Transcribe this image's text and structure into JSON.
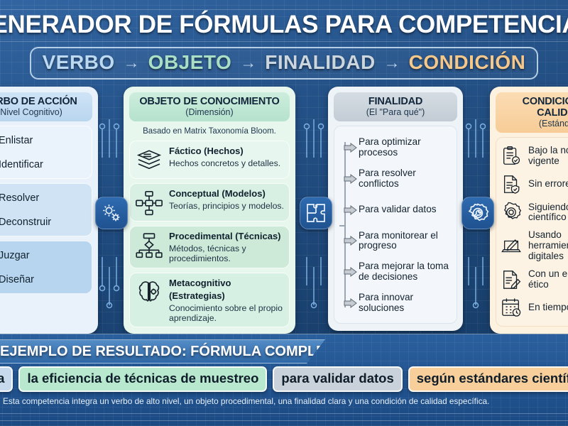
{
  "title": "GENERADOR DE FÓRMULAS PARA COMPETENCIAS",
  "formula_header": {
    "words": [
      "VERBO",
      "OBJETO",
      "FINALIDAD",
      "CONDICIÓN"
    ],
    "arrow": "→"
  },
  "columns": {
    "verbo": {
      "heading": "VERBO DE ACCIÓN",
      "subheading": "(Nivel Cognitivo)",
      "groups": [
        {
          "items": [
            {
              "icon": "list-icon",
              "label": "Enlistar"
            },
            {
              "icon": "magnifier-icon",
              "label": "Identificar"
            }
          ]
        },
        {
          "items": [
            {
              "icon": "puzzle-icon",
              "label": "Resolver"
            },
            {
              "icon": "cube-icon",
              "label": "Deconstruir"
            }
          ]
        },
        {
          "items": [
            {
              "icon": "gavel-icon",
              "label": "Juzgar"
            },
            {
              "icon": "drafting-icon",
              "label": "Diseñar"
            }
          ]
        }
      ]
    },
    "objeto": {
      "heading": "OBJETO DE CONOCIMIENTO",
      "subheading": "(Dimensión)",
      "note": "Basado en Matrix Taxonomía Bloom.",
      "cards": [
        {
          "icon": "stack-icon",
          "title": "Fáctico (Hechos)",
          "desc": "Hechos concretos y detalles."
        },
        {
          "icon": "network-icon",
          "title": "Conceptual (Modelos)",
          "desc": "Teorías, principios y modelos."
        },
        {
          "icon": "flowchart-icon",
          "title": "Procedimental (Técnicas)",
          "desc": "Métodos, técnicas y procedimientos."
        },
        {
          "icon": "brain-icon",
          "title": "Metacognitivo (Estrategias)",
          "desc": "Conocimiento sobre el propio aprendizaje."
        }
      ]
    },
    "finalidad": {
      "heading": "FINALIDAD",
      "subheading": "(El \"Para qué\")",
      "items": [
        "Para optimizar procesos",
        "Para resolver conflictos",
        "Para validar datos",
        "Para monitorear el progreso",
        "Para mejorar la toma de decisiones",
        "Para innovar soluciones"
      ]
    },
    "condicion": {
      "heading": "CONDICIÓN DE CALIDAD",
      "subheading": "(Estándar)",
      "items": [
        {
          "icon": "clipboard-check-icon",
          "label": "Bajo la normativa vigente"
        },
        {
          "icon": "document-shield-icon",
          "label": "Sin errores"
        },
        {
          "icon": "gear-check-icon",
          "label": "Siguiendo el método científico"
        },
        {
          "icon": "laptop-pen-icon",
          "label": "Usando herramientas digitales"
        },
        {
          "icon": "document-pen-icon",
          "label": "Con un enfoque ético"
        },
        {
          "icon": "calendar-clock-icon",
          "label": "En tiempo real"
        }
      ]
    }
  },
  "connectors": [
    {
      "icon": "gears-icon"
    },
    {
      "icon": "puzzle-connector-icon"
    },
    {
      "icon": "gear-wrench-icon"
    }
  ],
  "bottom": {
    "banner_title": "EJEMPLO DE RESULTADO: FÓRMULA COMPLETA",
    "chips": [
      {
        "part": "verbo",
        "text": "Juzga"
      },
      {
        "part": "objeto",
        "text": "la eficiencia de técnicas de muestreo"
      },
      {
        "part": "finalidad",
        "text": "para validar datos"
      },
      {
        "part": "condicion",
        "text": "según estándares científicos"
      }
    ],
    "caption": "Esta competencia integra un verbo de alto nivel, un objeto procedimental, una finalidad clara y una condición de calidad específica.",
    "caption_end": "E"
  },
  "colors": {
    "background": "#1d4d86",
    "verbo": "#bcd9f2",
    "objeto": "#a9dfc4",
    "finalidad": "#ccd6de",
    "condicion": "#f6c78a"
  }
}
